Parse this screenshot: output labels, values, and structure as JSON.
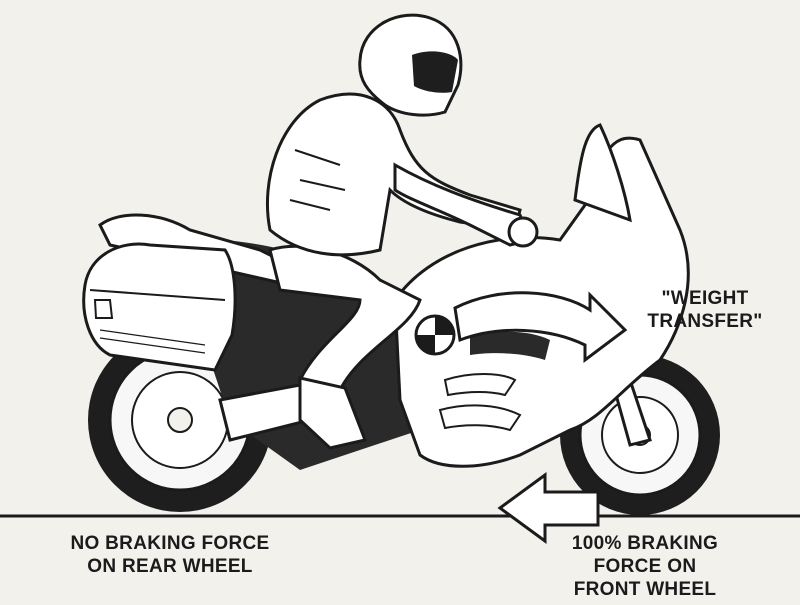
{
  "labels": {
    "weight_transfer": [
      "\"WEIGHT",
      "TRANSFER\""
    ],
    "rear_wheel": [
      "NO BRAKING FORCE",
      "ON REAR WHEEL"
    ],
    "front_wheel": [
      "100% BRAKING",
      "FORCE ON",
      "FRONT WHEEL"
    ]
  },
  "colors": {
    "ink": "#1b1b1b",
    "paper": "#f3f1ec",
    "arrow_fill": "#ffffff"
  }
}
